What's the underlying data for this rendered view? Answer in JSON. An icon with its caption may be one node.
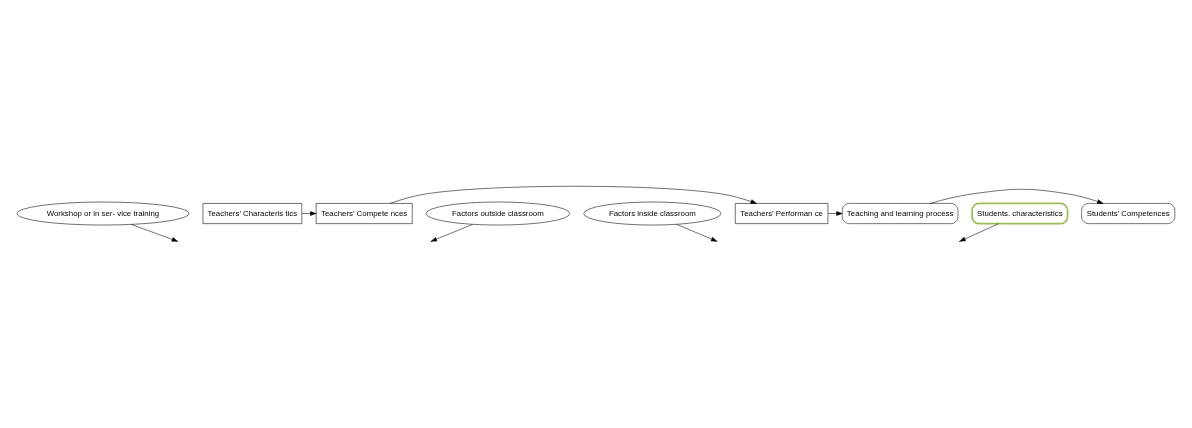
{
  "diagram": {
    "nodes": [
      {
        "text": [
          "Teachers’ Characteris tics"
        ]
      },
      {
        "text": [
          "Teachers’ Compete nces"
        ]
      },
      {
        "text": [
          "Teachers’ Performan ce"
        ]
      },
      {
        "text": [
          "Teaching and learning process"
        ]
      },
      {
        "text": [
          "Students’ Competences"
        ]
      },
      {
        "text": [
          "Workshop or in ser- vice training"
        ]
      },
      {
        "text": [
          "Factors outside classroom"
        ]
      },
      {
        "text": [
          "Factors inside classroom"
        ]
      },
      {
        "text": [
          "Students. characteristics"
        ]
      }
    ],
    "edges": [
      {
        "from": 0,
        "to": 1,
        "arrow": "to"
      },
      {
        "from": 1,
        "to": 2,
        "arrow": "to"
      },
      {
        "from": 2,
        "to": 3,
        "arrow": "to"
      },
      {
        "from": 3,
        "to": 4,
        "arrow": "to"
      },
      {
        "from": 5,
        "to": null,
        "arrow": "to"
      },
      {
        "from": 6,
        "to": null,
        "arrow": "to"
      },
      {
        "from": 7,
        "to": null,
        "arrow": "to"
      },
      {
        "from": 8,
        "to": null,
        "arrow": "to"
      }
    ]
  }
}
